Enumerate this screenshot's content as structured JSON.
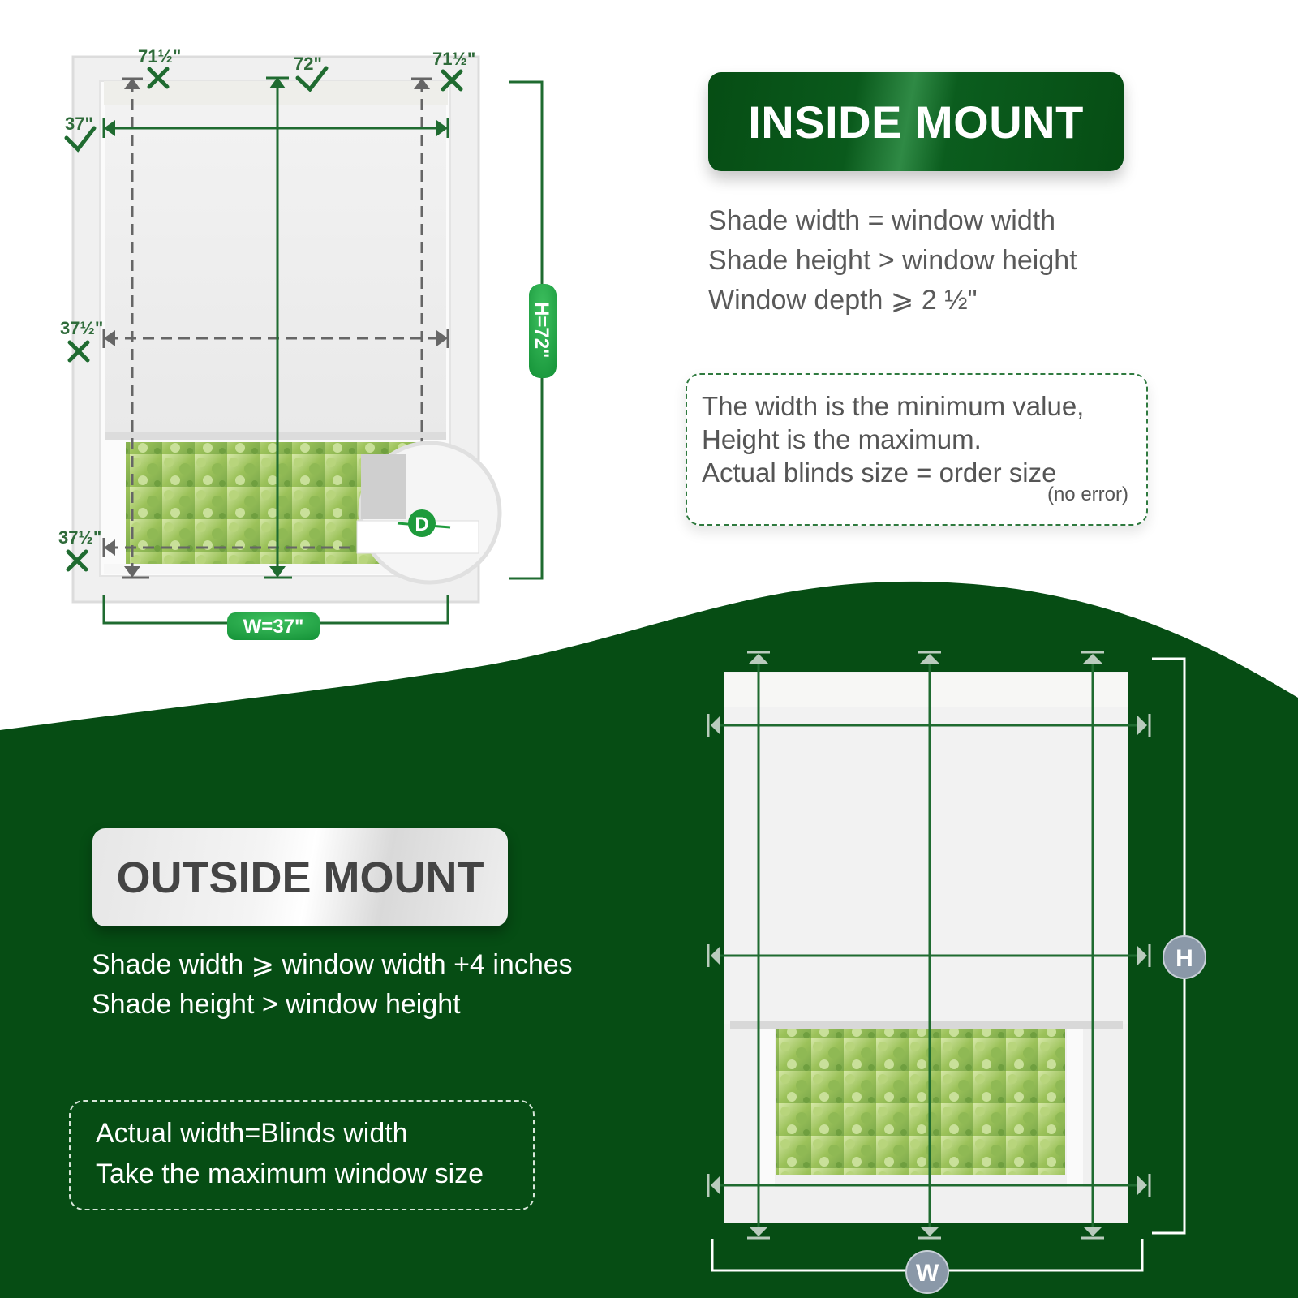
{
  "inside_mount": {
    "title": "INSIDE MOUNT",
    "rules": [
      "Shade width = window width",
      "Shade height > window height",
      "Window depth ⩾ 2 ½\""
    ],
    "note_lines": [
      "The width is the minimum value,",
      "Height is the maximum.",
      "Actual blinds size = order size"
    ],
    "note_small": "(no error)",
    "diagram": {
      "height_labels": [
        "71½\"",
        "72\"",
        "71½\""
      ],
      "width_labels": [
        "37\"",
        "37½\"",
        "37½\""
      ],
      "height_pill": "H=72\"",
      "width_pill": "W=37\"",
      "depth_label": "D"
    }
  },
  "outside_mount": {
    "title": "OUTSIDE MOUNT",
    "rules": [
      "Shade width ⩾ window width +4 inches",
      "Shade height > window height"
    ],
    "note_lines": [
      "Actual width=Blinds width",
      "Take the maximum window size"
    ],
    "diagram": {
      "height_label": "H",
      "width_label": "W"
    }
  },
  "colors": {
    "brand_green": "#064d14",
    "accent_green": "#1e9b3c",
    "line_green": "#1f6b30",
    "dashed_gray": "#666666"
  },
  "icons": [
    "check-icon",
    "cross-icon",
    "arrow-icon"
  ]
}
